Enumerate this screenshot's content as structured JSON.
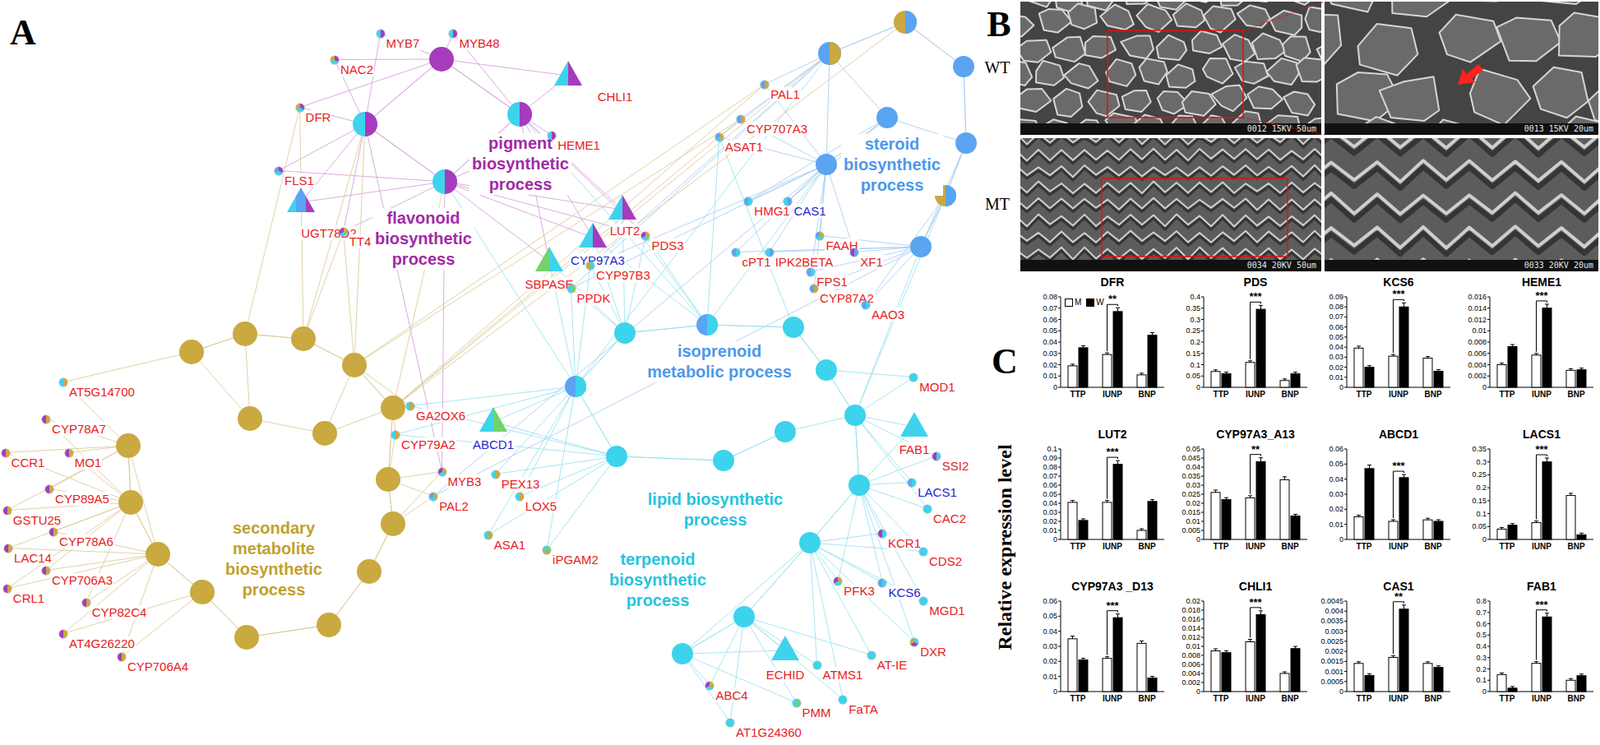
{
  "diagram": {
    "nodes": [
      {
        "text": [
          "MYB7"
        ]
      },
      {
        "text": [
          "MYB48"
        ]
      },
      {
        "text": [
          "NAC2"
        ]
      },
      {
        "text": [
          "CHLI1"
        ]
      },
      {
        "text": [
          "DFR"
        ]
      },
      {
        "text": [
          "HEME1"
        ]
      },
      {
        "text": [
          "FLS1"
        ]
      },
      {
        "text": [
          "UGT78D2"
        ]
      },
      {
        "text": [
          "TT4"
        ]
      },
      {
        "text": [
          "LUT2"
        ]
      },
      {
        "text": [
          "PDS3"
        ]
      },
      {
        "text": [
          "CYP97A3"
        ]
      },
      {
        "text": [
          "SBPASE"
        ]
      },
      {
        "text": [
          "CYP97B3"
        ]
      },
      {
        "text": [
          "PPDK"
        ]
      },
      {
        "text": [
          "PAL1"
        ]
      },
      {
        "text": [
          "CYP707A3"
        ]
      },
      {
        "text": [
          "ASAT1"
        ]
      },
      {
        "text": [
          "HMG1"
        ]
      },
      {
        "text": [
          "CAS1"
        ]
      },
      {
        "text": [
          "FAAH"
        ]
      },
      {
        "text": [
          "XF1"
        ]
      },
      {
        "text": [
          "cPT1"
        ]
      },
      {
        "text": [
          "IPK2BETA"
        ]
      },
      {
        "text": [
          "FPS1"
        ]
      },
      {
        "text": [
          "CYP87A2"
        ]
      },
      {
        "text": [
          "AAO3"
        ]
      },
      {
        "text": [
          "AT5G14700"
        ]
      },
      {
        "text": [
          "CYP78A7"
        ]
      },
      {
        "text": [
          "CCR1"
        ]
      },
      {
        "text": [
          "MO1"
        ]
      },
      {
        "text": [
          "CYP89A5"
        ]
      },
      {
        "text": [
          "GSTU25"
        ]
      },
      {
        "text": [
          "CYP78A6"
        ]
      },
      {
        "text": [
          "LAC14"
        ]
      },
      {
        "text": [
          "CYP706A3"
        ]
      },
      {
        "text": [
          "CRL1"
        ]
      },
      {
        "text": [
          "CYP82C4"
        ]
      },
      {
        "text": [
          "AT4G26220"
        ]
      },
      {
        "text": [
          "CYP706A4"
        ]
      },
      {
        "text": [
          "GA2OX6"
        ]
      },
      {
        "text": [
          "CYP79A2"
        ]
      },
      {
        "text": [
          "ABCD1"
        ]
      },
      {
        "text": [
          "MYB3"
        ]
      },
      {
        "text": [
          "PEX13"
        ]
      },
      {
        "text": [
          "PAL2"
        ]
      },
      {
        "text": [
          "LOX5"
        ]
      },
      {
        "text": [
          "ASA1"
        ]
      },
      {
        "text": [
          "iPGAM2"
        ]
      },
      {
        "text": [
          "MOD1"
        ]
      },
      {
        "text": [
          "FAB1"
        ]
      },
      {
        "text": [
          "SSI2"
        ]
      },
      {
        "text": [
          "LACS1"
        ]
      },
      {
        "text": [
          "CAC2"
        ]
      },
      {
        "text": [
          "KCR1"
        ]
      },
      {
        "text": [
          "CDS2"
        ]
      },
      {
        "text": [
          "KCS6"
        ]
      },
      {
        "text": [
          "PFK3"
        ]
      },
      {
        "text": [
          "MGD1"
        ]
      },
      {
        "text": [
          "DXR"
        ]
      },
      {
        "text": [
          "ECHID"
        ]
      },
      {
        "text": [
          "ABC4"
        ]
      },
      {
        "text": [
          "ATMS1"
        ]
      },
      {
        "text": [
          "AT-IE"
        ]
      },
      {
        "text": [
          "PMM"
        ]
      },
      {
        "text": [
          "FaTA"
        ]
      },
      {
        "text": [
          "AT1G24360"
        ]
      }
    ],
    "labels": [
      "A",
      "B",
      "C",
      "pigment biosynthetic process",
      "flavonoid biosynthetic process",
      "steroid biosynthetic process",
      "isoprenoid metabolic process",
      "lipid biosynthetic process",
      "terpenoid biosynthetic process",
      "secondary metabolite biosynthetic process",
      "WT",
      "MT",
      "0012 15KV 50um",
      "0013 15KV 20um",
      "0034 20KV 50um",
      "0033 20KV 20um",
      "Relative expression level",
      "DFR",
      "0",
      "0.01",
      "0.02",
      "0.03",
      "0.04",
      "0.05",
      "0.06",
      "0.07",
      "0.08",
      "TTP",
      "lUNP",
      "BNP",
      "**",
      "PDS",
      "0",
      "0.05",
      "0.1",
      "0.15",
      "0.2",
      "0.25",
      "0.3",
      "0.35",
      "0.4",
      "TTP",
      "lUNP",
      "BNP",
      "***",
      "KCS6",
      "0",
      "0.01",
      "0.02",
      "0.03",
      "0.04",
      "0.05",
      "0.06",
      "0.07",
      "0.08",
      "0.09",
      "TTP",
      "lUNP",
      "BNP",
      "***",
      "HEME1",
      "0",
      "0.002",
      "0.004",
      "0.006",
      "0.008",
      "0.01",
      "0.012",
      "0.014",
      "0.016",
      "TTP",
      "lUNP",
      "BNP",
      "***",
      "LUT2",
      "0",
      "0.01",
      "0.02",
      "0.03",
      "0.04",
      "0.05",
      "0.06",
      "0.07",
      "0.08",
      "0.09",
      "0.1",
      "TTP",
      "lUNP",
      "BNP",
      "***",
      "CYP97A3_A13",
      "0",
      "0.005",
      "0.01",
      "0.015",
      "0.02",
      "0.025",
      "0.03",
      "0.035",
      "0.04",
      "0.045",
      "0.05",
      "TTP",
      "lUNP",
      "BNP",
      "**",
      "ABCD1",
      "0",
      "0.01",
      "0.02",
      "0.03",
      "0.04",
      "0.05",
      "0.06",
      "TTP",
      "lUNP",
      "BNP",
      "***",
      "LACS1",
      "0",
      "0.05",
      "0.1",
      "0.15",
      "0.2",
      "0.25",
      "0.3",
      "0.35",
      "TTP",
      "lUNP",
      "BNP",
      "***",
      "CYP97A3 _D13",
      "0",
      "0.01",
      "0.02",
      "0.03",
      "0.04",
      "0.05",
      "0.06",
      "TTP",
      "lUNP",
      "BNP",
      "***",
      "CHLI1",
      "0",
      "0.002",
      "0.004",
      "0.006",
      "0.008",
      "0.01",
      "0.012",
      "0.014",
      "0.016",
      "0.018",
      "0.02",
      "TTP",
      "lUNP",
      "BNP",
      "***",
      "CAS1",
      "0",
      "0.0005",
      "0.001",
      "0.0015",
      "0.002",
      "0.0025",
      "0.003",
      "0.0035",
      "0.004",
      "0.0045",
      "TTP",
      "lUNP",
      "BNP",
      "**",
      "FAB1",
      "0",
      "0.1",
      "0.2",
      "0.3",
      "0.4",
      "0.5",
      "0.6",
      "0.7",
      "0.8",
      "TTP",
      "lUNP",
      "BNP",
      "***"
    ],
    "legend": [
      {
        "text": "M",
        "color": "#ffffff"
      },
      {
        "text": "W",
        "color": "#000000"
      }
    ]
  }
}
